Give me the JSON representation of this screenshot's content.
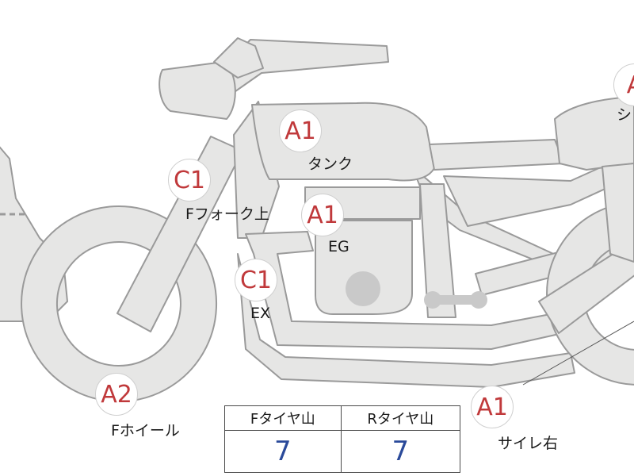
{
  "theme": {
    "badge_text_color": "#c0393b",
    "part_fill": "#e6e6e5",
    "part_stroke": "#9a9a9a",
    "table_value_color": "#2a4a9a"
  },
  "annotations": {
    "tank": {
      "grade": "A1",
      "label": "タンク"
    },
    "front_fork": {
      "grade": "C1",
      "label": "Fフォーク上"
    },
    "engine": {
      "grade": "A1",
      "label": "EG"
    },
    "exhaust": {
      "grade": "C1",
      "label": "EX"
    },
    "front_wheel": {
      "grade": "A2",
      "label": "Fホイール"
    },
    "silencer_r": {
      "grade": "A1",
      "label": "サイレ右"
    },
    "seat_partial": {
      "grade": "A",
      "label": "シ"
    }
  },
  "tire_table": {
    "headers": [
      "Fタイヤ山",
      "Rタイヤ山"
    ],
    "values": [
      "7",
      "7"
    ]
  }
}
